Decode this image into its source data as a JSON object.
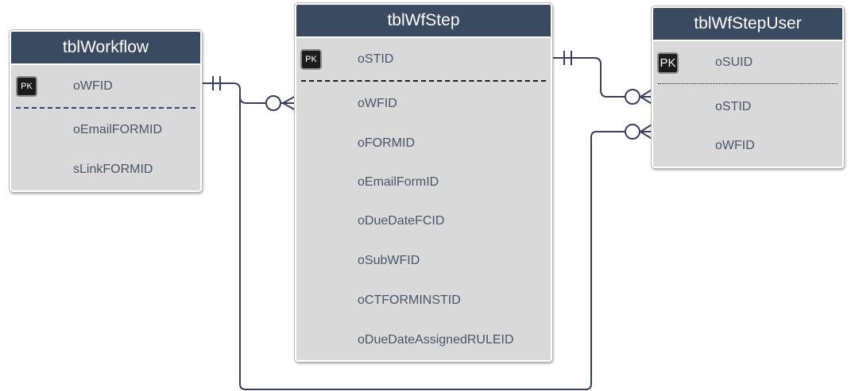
{
  "tables": {
    "workflow": {
      "title": "tblWorkflow",
      "pk_label": "PK",
      "pk_field": "oWFID",
      "fields": [
        "oEmailFORMID",
        "sLinkFORMID"
      ]
    },
    "wfstep": {
      "title": "tblWfStep",
      "pk_label": "PK",
      "pk_field": "oSTID",
      "fields": [
        "oWFID",
        "oFORMID",
        "oEmailFormID",
        "oDueDateFCID",
        "oSubWFID",
        "oCTFORMINSTID",
        "oDueDateAssignedRULEID"
      ]
    },
    "wfstepuser": {
      "title": "tblWfStepUser",
      "pk_label": "PK",
      "pk_field": "oSUID",
      "fields": [
        "oSTID",
        "oWFID"
      ]
    }
  },
  "relationships": [
    {
      "from": "tblWorkflow.oWFID",
      "to": "tblWfStep.oWFID",
      "from_end": "one-and-only-one",
      "to_end": "zero-or-many"
    },
    {
      "from": "tblWfStep.oSTID",
      "to": "tblWfStepUser.oSTID",
      "from_end": "one-and-only-one",
      "to_end": "zero-or-many"
    },
    {
      "from": "tblWorkflow.oWFID",
      "to": "tblWfStepUser.oWFID",
      "from_end": "one-and-only-one",
      "to_end": "zero-or-many"
    }
  ],
  "colors": {
    "header_bg": "#3a4a60",
    "body_bg": "#d9d9d9",
    "field_text": "#4a5566",
    "connector": "#3a3f5c"
  }
}
